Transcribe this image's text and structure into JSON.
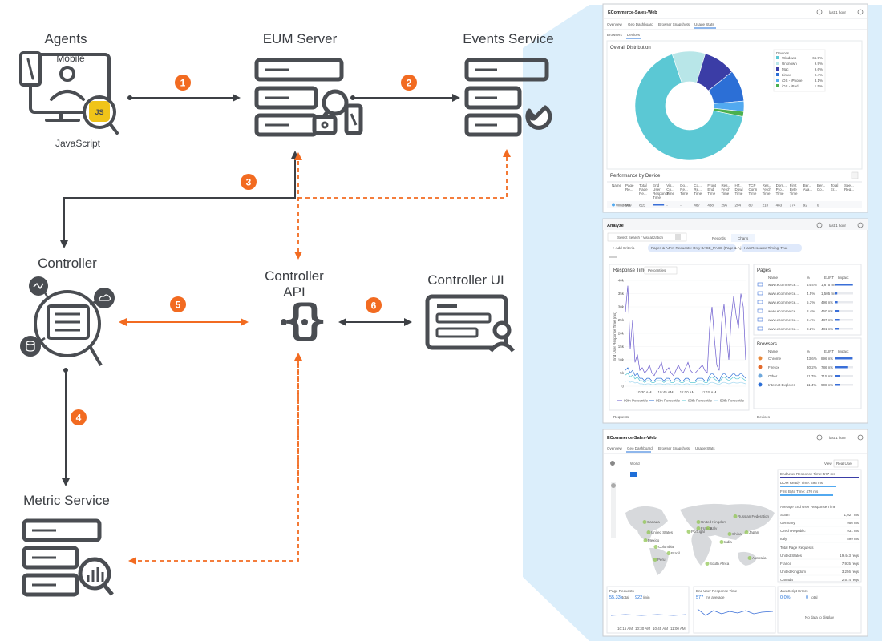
{
  "nodes": {
    "agents": "Agents",
    "mobile": "Mobile",
    "javascript": "JavaScript",
    "eum_server": "EUM Server",
    "events_service": "Events Service",
    "controller": "Controller",
    "controller_api_1": "Controller",
    "controller_api_2": "API",
    "controller_ui": "Controller UI",
    "metric_service": "Metric Service"
  },
  "steps": [
    "1",
    "2",
    "3",
    "4",
    "5",
    "6"
  ],
  "colors": {
    "accent": "#f26b21",
    "dark": "#4a4d52",
    "panel_bg": "#dbeefb"
  },
  "screens": {
    "s1": {
      "title": "ECommerce-Sales-Web",
      "time": "last 1 hour",
      "tabs": [
        "Overview",
        "Geo Dashboard",
        "Browser Snapshots",
        "Usage Stats"
      ],
      "subtabs": [
        "Browsers",
        "Devices"
      ],
      "section": "Overall Distribution",
      "legend_head": "Devices",
      "legend": [
        {
          "name": "Windows",
          "value": "66.9%",
          "color": "#5bc8d4"
        },
        {
          "name": "Unknown",
          "value": "9.9%",
          "color": "#b8e6e8"
        },
        {
          "name": "Mac",
          "value": "9.6%",
          "color": "#3b3da6"
        },
        {
          "name": "Linux",
          "value": "9.4%",
          "color": "#2c6fd6"
        },
        {
          "name": "iOS - iPhone",
          "value": "3.1%",
          "color": "#52a9f0"
        },
        {
          "name": "iOS - iPad",
          "value": "1.5%",
          "color": "#4bb04f"
        }
      ],
      "perf_title": "Performance by Device",
      "table_cols": [
        "Name",
        "Page Re...",
        "Total Page Re...",
        "End User Response Time",
        "Vis... Co... Time",
        "Do... Re... Time",
        "Co... Re... Time",
        "Front End Time",
        "Res... Fetch Time",
        "HT... Dowl Time",
        "TCP Conn Time",
        "Res... Fetch Time",
        "Dom... Pro... Time",
        "First Byte Time",
        "Ber... Ava...",
        "Ber... Co...",
        "Total Er...",
        "Spe... Req..."
      ],
      "row": [
        "Windows",
        "599",
        "815",
        "",
        "-",
        "-",
        "487",
        "488",
        "296",
        "294",
        "80",
        "210",
        "483",
        "374",
        "92",
        "0"
      ]
    },
    "s2": {
      "title": "Analyze",
      "time": "last 1 hour",
      "search": "Select Search / Visualization",
      "tab_records": "Records",
      "tab_charts": "Charts",
      "add_criteria": "+ Add Criteria",
      "filter1": "Pages & AJAX Requests: Only BASE_PAGE (Page & Aja...",
      "filter2": "Has Resource Timing: True",
      "chart_title": "Response Time",
      "percentiles": "Percentiles",
      "y_label": "End User Response Time (ms)",
      "y_ticks": [
        "40k",
        "35k",
        "30k",
        "25k",
        "20k",
        "15k",
        "10k",
        "5k",
        "0"
      ],
      "x_ticks": [
        "10:30 AM",
        "10:45 AM",
        "11:00 AM",
        "11:15 AM"
      ],
      "legend": [
        "99th Percentile",
        "95th Percentile",
        "90th Percentile",
        "50th Percentile"
      ],
      "pages_title": "Pages",
      "pages_cols": [
        "Name",
        "%",
        "EURT",
        "Impact"
      ],
      "pages": [
        {
          "name": "www.ecommerce...",
          "pct": "44.4%",
          "val": "1,675 ms"
        },
        {
          "name": "www.ecommerce...",
          "pct": "4.5%",
          "val": "1,505 ms"
        },
        {
          "name": "www.ecommerce...",
          "pct": "5.3%",
          "val": "496 ms"
        },
        {
          "name": "www.ecommerce...",
          "pct": "8.4%",
          "val": "460 ms"
        },
        {
          "name": "www.ecommerce...",
          "pct": "9.4%",
          "val": "487 ms"
        },
        {
          "name": "www.ecommerce...",
          "pct": "8.2%",
          "val": "481 ms"
        }
      ],
      "browsers_title": "Browsers",
      "browsers": [
        {
          "name": "Chrome",
          "pct": "43.6%",
          "val": "896 ms"
        },
        {
          "name": "Firefox",
          "pct": "30.2%",
          "val": "786 ms"
        },
        {
          "name": "Other",
          "pct": "11.7%",
          "val": "715 ms"
        },
        {
          "name": "Internet Explorer",
          "pct": "11.4%",
          "val": "908 ms"
        }
      ],
      "requests": "Requests",
      "devices": "Devices"
    },
    "s3": {
      "title": "ECommerce-Sales-Web",
      "time": "last 1 hour",
      "tabs": [
        "Overview",
        "Geo Dashboard",
        "Browser Snapshots",
        "Usage Stats"
      ],
      "region": "World",
      "view_label": "View",
      "view_value": "Real User",
      "metric1": "End User Response Time: 577 ms",
      "metric2": "DOM Ready Time: 493 ms",
      "metric3": "First Byte Time: 470 ms",
      "avg_title": "Average End User Response Time",
      "avg_rows": [
        {
          "name": "Spain",
          "val": "1,027 ms"
        },
        {
          "name": "Germany",
          "val": "956 ms"
        },
        {
          "name": "Czech Republic",
          "val": "931 ms"
        },
        {
          "name": "Italy",
          "val": "899 ms"
        }
      ],
      "total_title": "Total Page Requests",
      "total_rows": [
        {
          "name": "United States",
          "val": "19,443 reqs"
        },
        {
          "name": "France",
          "val": "7,935 reqs"
        },
        {
          "name": "United Kingdom",
          "val": "3,256 reqs"
        },
        {
          "name": "Canada",
          "val": "2,574 reqs"
        }
      ],
      "map_labels": [
        "Canada",
        "United States",
        "Mexico",
        "Colombia",
        "Brazil",
        "Peru",
        "United Kingdom",
        "France",
        "Portugal",
        "Italy",
        "Russian Federation",
        "China",
        "Japan",
        "India",
        "Australia",
        "South Africa"
      ],
      "page_requests": "Page Requests",
      "pr_total": "55.33k",
      "pr_total_unit": "total",
      "pr_min": "922",
      "pr_min_unit": "/min",
      "eurt": "End User Response Time",
      "eurt_val": "577",
      "eurt_unit": "ms average",
      "js_errors": "JavaScript Errors",
      "js_pct": "0.0%",
      "js_count": "0",
      "js_total": "total",
      "no_data": "No data to display",
      "x_ticks": [
        "10:15 AM",
        "10:30 AM",
        "10:45 AM",
        "11:00 AM"
      ]
    }
  }
}
